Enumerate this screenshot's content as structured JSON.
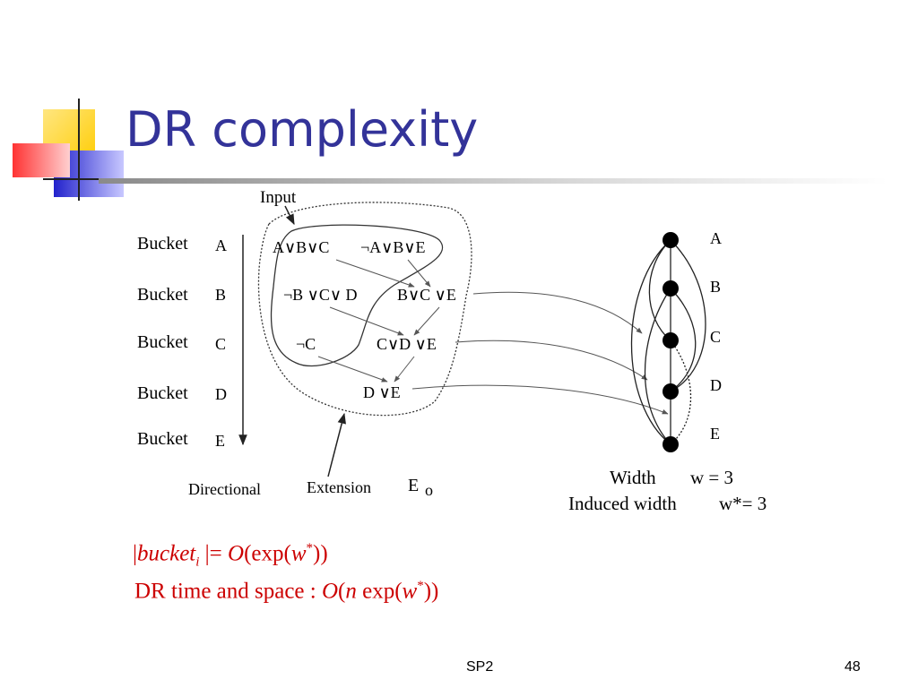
{
  "slide": {
    "title": "DR complexity",
    "footer_center": "SP2",
    "page_number": "48"
  },
  "diagram": {
    "input_label": "Input",
    "bucket_word": "Bucket",
    "buckets": [
      "A",
      "B",
      "C",
      "D",
      "E"
    ],
    "clauses": {
      "a1": "A∨B∨C",
      "a2": "¬A∨B∨E",
      "b1": "¬B ∨C∨ D",
      "b2": "B∨C ∨E",
      "c1": "¬C",
      "c2": "C∨D ∨E",
      "d1": "D ∨E"
    },
    "bottom_labels": {
      "directional": "Directional",
      "extension": "Extension",
      "e": "E",
      "o": "o"
    },
    "graph_nodes": [
      "A",
      "B",
      "C",
      "D",
      "E"
    ],
    "width_label": "Width",
    "width_value": "w = 3",
    "induced_width_label": "Induced  width",
    "induced_width_value": "w*= 3"
  },
  "formulas": {
    "line1": {
      "bar": "|",
      "bucket": "bucket",
      "sub_i": "i",
      "rest": " |= ",
      "O": "O",
      "exp": "(exp(",
      "w": "w",
      "star": "*",
      "close": "))"
    },
    "line2": {
      "prefix": "DR time and space : ",
      "O": "O",
      "open": "(",
      "n": "n",
      "exp": " exp(",
      "w": "w",
      "star": "*",
      "close": "))"
    }
  },
  "colors": {
    "title": "#333399",
    "formula": "#cc0000",
    "deco_yellow": "#ffcc00",
    "deco_red": "#ff3333",
    "deco_blue": "#3333cc"
  }
}
